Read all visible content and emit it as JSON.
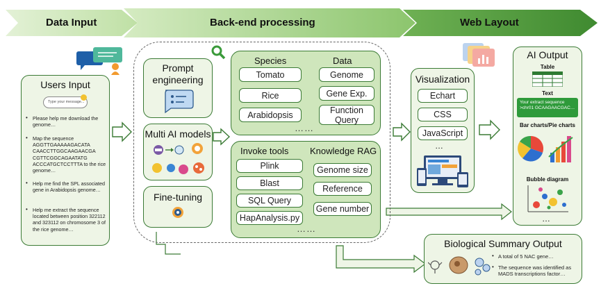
{
  "banners": {
    "data_input": "Data Input",
    "backend": "Back-end processing",
    "web_layout": "Web Layout"
  },
  "users_input": {
    "title": "Users Input",
    "chat_placeholder": "Type your message...",
    "items": [
      "Please help me download the genome…",
      "Map the sequence AGGTTGAAAAAGACATA CAACCTTGGCAAGAACGA CGTTCGGCAGAATATG ACCCATGCTCCTTTA to the rice genome…",
      "Help me find the SPL associated gene in Arabidopsis genome…",
      "Help me extract the sequence located between position 322112 and 323112 on chromosome 3 of the rice genome…"
    ]
  },
  "ai_modules": {
    "prompt": "Prompt engineering",
    "multi": "Multi AI models",
    "finetune": "Fine-tuning"
  },
  "species": {
    "title": "Species",
    "items": [
      "Tomato",
      "Rice",
      "Arabidopsis"
    ]
  },
  "data": {
    "title": "Data",
    "items": [
      "Genome",
      "Gene Exp.",
      "Function Query"
    ]
  },
  "invoke_tools": {
    "title": "Invoke tools",
    "items": [
      "Plink",
      "Blast",
      "SQL Query",
      "HapAnalysis.py"
    ]
  },
  "knowledge_rag": {
    "title": "Knowledge RAG",
    "items": [
      "Genome size",
      "Reference",
      "Gene number"
    ]
  },
  "ellipsis": "……",
  "visualization": {
    "title": "Visualization",
    "items": [
      "Echart",
      "CSS",
      "JavaScript",
      "…"
    ]
  },
  "ai_output": {
    "title": "AI Output",
    "table_label": "Table",
    "text_label": "Text",
    "text_box": "Your extract sequence >chr01 GCAAGAACGAC…",
    "bar_label": "Bar charts/Pie charts",
    "bubble_label": "Bubble diagram",
    "more": "…"
  },
  "bio_summary": {
    "title": "Biological Summary Output",
    "items": [
      "A total of 5 NAC gene…",
      "The sequence was identified as MADS transcriptions factor…"
    ]
  },
  "colors": {
    "banner_light": "#d6ecc4",
    "banner_dark": "#5aa046",
    "panel_border": "#3a7a34",
    "panel_fill": "#eef5e6",
    "inner_fill": "#cfe6bc"
  }
}
